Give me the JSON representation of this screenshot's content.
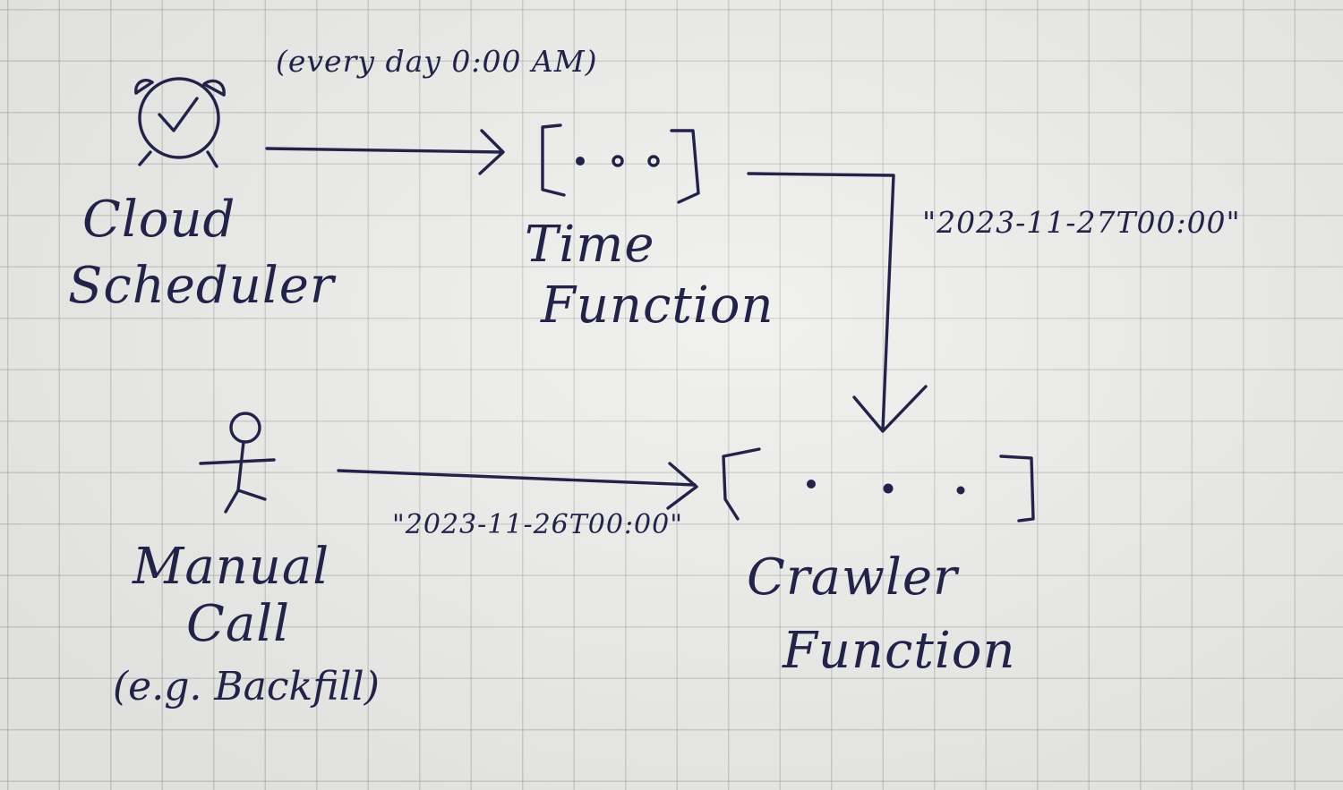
{
  "nodes": {
    "cloud_scheduler": {
      "line1": "Cloud",
      "line2": "Scheduler",
      "icon": "alarm-clock-icon"
    },
    "time_function": {
      "line1": "Time",
      "line2": "Function",
      "icon": "code-bracket-icon"
    },
    "manual_call": {
      "line1": "Manual",
      "line2": "Call",
      "line3": "(e.g. Backfill)",
      "icon": "stick-figure-icon"
    },
    "crawler_function": {
      "line1": "Crawler",
      "line2": "Function",
      "icon": "code-bracket-icon"
    }
  },
  "edges": {
    "schedule_label": "(every day 0:00 AM)",
    "time_to_crawler_label": "\"2023-11-27T00:00\"",
    "manual_to_crawler_label": "\"2023-11-26T00:00\""
  },
  "colors": {
    "ink": "#23234a",
    "paper": "#ececea",
    "grid": "#969696"
  }
}
